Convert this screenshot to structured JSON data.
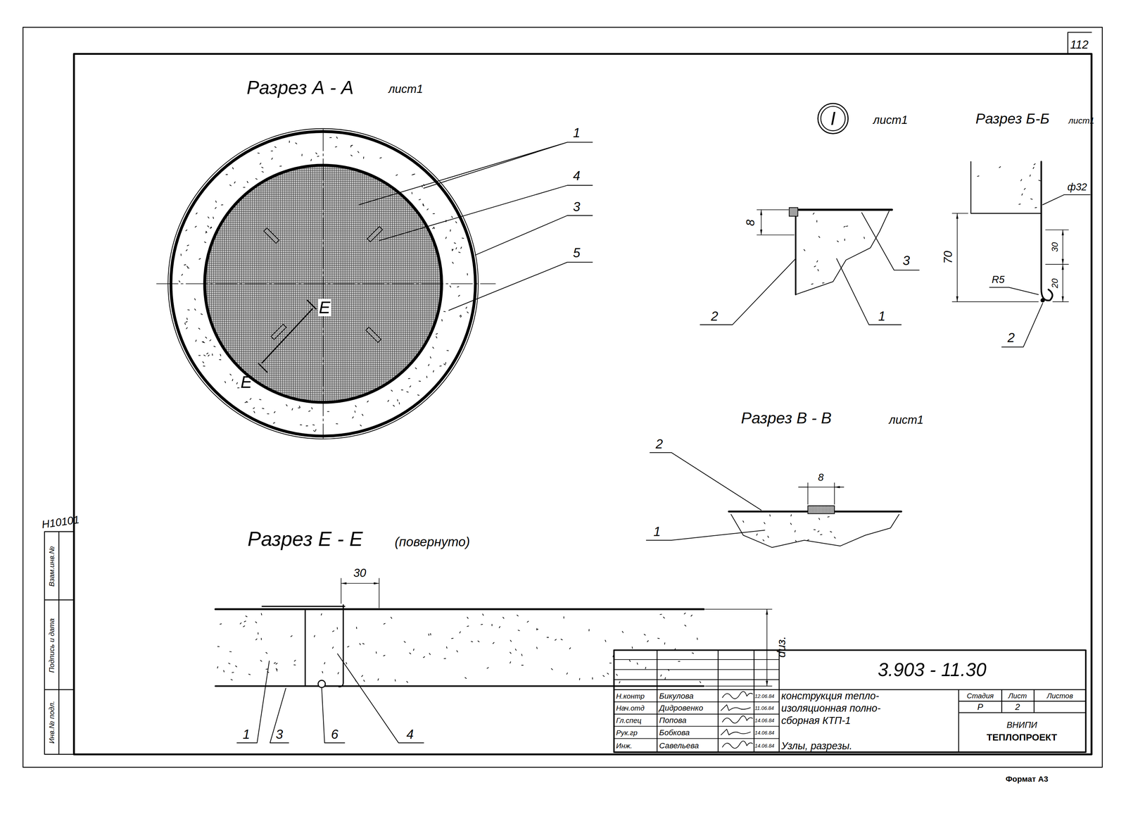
{
  "diagram": {
    "labels": [
      "112",
      "Разрез А - А",
      "лист1",
      "1",
      "4",
      "3",
      "5",
      "Е",
      "Е",
      "I",
      "лист1",
      "Разрез Б-Б",
      "лист1",
      "8",
      "3",
      "2",
      "1",
      "ф32",
      "70",
      "30",
      "20",
      "R5",
      "2",
      "Разрез В - В",
      "лист1",
      "2",
      "8",
      "1",
      "Разрез Е - Е",
      "(повернуто)",
      "30",
      "dиз.",
      "1",
      "3",
      "6",
      "4",
      "Н10101",
      "Взам.инв.№",
      "Подпись и дата",
      "Инв.№ подл.",
      "3.903 - 11.30",
      "Н.контр",
      "Бикулова",
      "12.06.84",
      "Нач.отд",
      "Дидровенко",
      "11.06.84",
      "Гл.спец",
      "Попова",
      "14.06.84",
      "Рук.гр",
      "Бобкова",
      "14.06.84",
      "Инж.",
      "Савельева",
      "14.06.84",
      "конструкция тепло- изоляционная полно- сборная КТП-1",
      "Узлы, разрезы.",
      "Стадия",
      "Лист",
      "Листов",
      "Р",
      "2",
      "ВНИПИ",
      "ТЕПЛОПРОЕКТ",
      "Формат А3"
    ]
  }
}
